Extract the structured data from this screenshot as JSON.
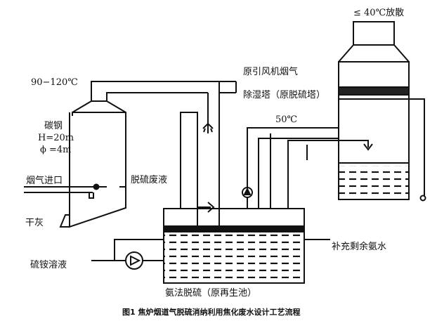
{
  "labels": {
    "discharge": "≤ 40℃放散",
    "temp_inlet": "90−120℃",
    "fan_gas": "原引风机烟气",
    "dehumid_tower": "除湿塔（原脱硫塔）",
    "temp_mid": "50℃",
    "carbon_steel": "碳钢",
    "height": "H=20m",
    "diameter": "ϕ =4m",
    "flue_inlet": "烟气进口",
    "desulf_waste": "脱硫废液",
    "dry_ash": "干灰",
    "ammonium_sulfate": "硫铵溶液",
    "ammonia_makeup": "补充剩余氨水",
    "regen_pool": "氨法脱硫（原再生池）"
  },
  "caption": "图1 焦炉烟道气脱硫消纳利用焦化废水设计工艺流程",
  "colors": {
    "line": "#111111",
    "background": "#ffffff"
  }
}
